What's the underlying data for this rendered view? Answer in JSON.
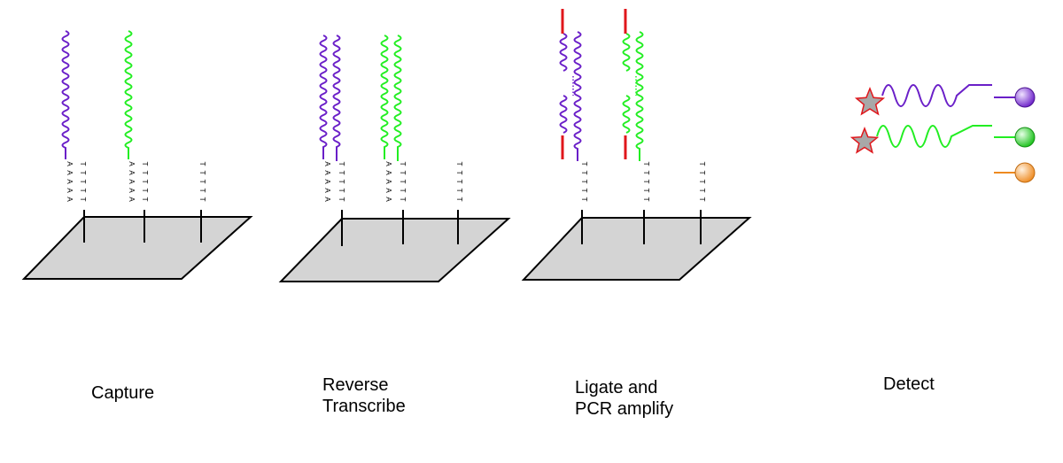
{
  "steps": [
    {
      "lines": [
        "Capture"
      ]
    },
    {
      "lines": [
        "Reverse",
        "Transcribe"
      ]
    },
    {
      "lines": [
        "Ligate and",
        "PCR amplify"
      ]
    },
    {
      "lines": [
        "Detect"
      ]
    }
  ],
  "bases": {
    "poly_a": "A",
    "poly_t": "T"
  },
  "colors": {
    "purple_strand": "#6a1fc8",
    "green_strand": "#22ee22",
    "adapter_red": "#e0161b",
    "plate_fill": "#d4d4d4",
    "star_fill": "#a8a8a8",
    "star_outline": "#e0161b",
    "bead_purple": "#8a3fe0",
    "bead_green": "#22dd22",
    "bead_orange": "#f39a3a"
  }
}
